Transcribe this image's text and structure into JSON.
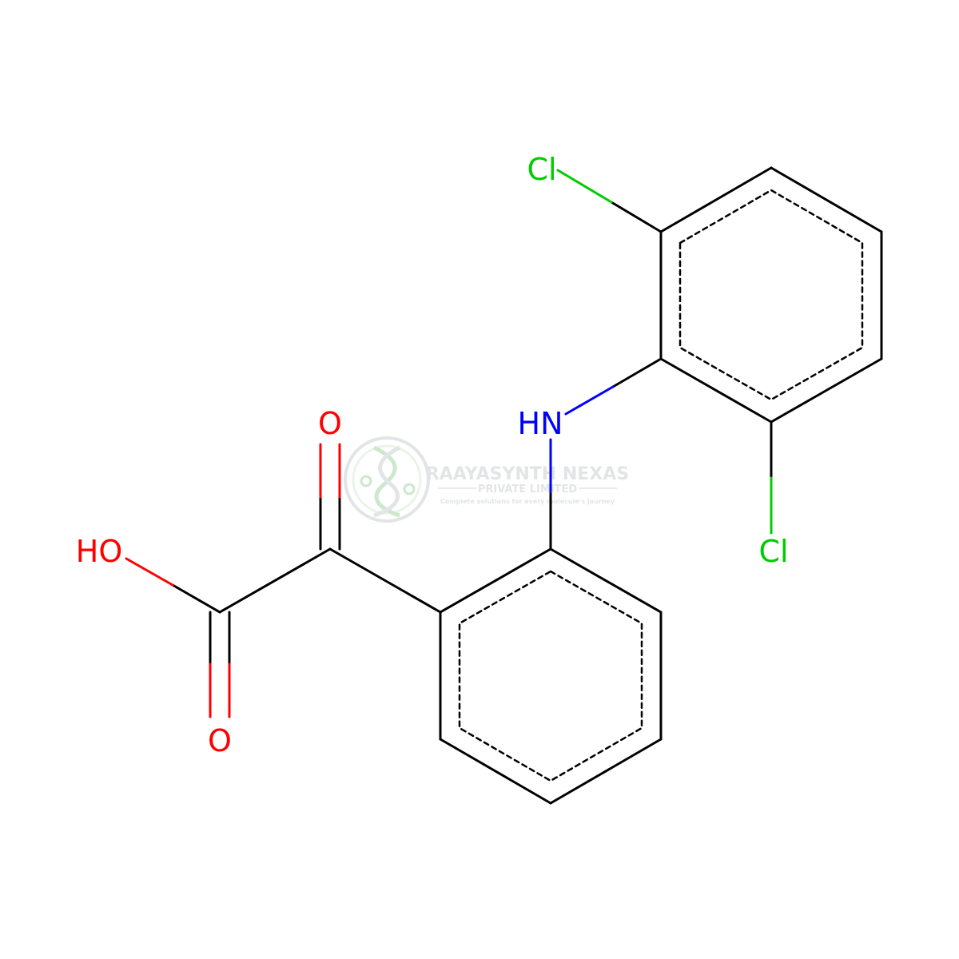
{
  "molecule": {
    "atom_labels": {
      "cl_top": "Cl",
      "cl_bottom": "Cl",
      "nh": "HN",
      "ketone_o": "O",
      "acid_oh": "HO",
      "acid_o": "O"
    },
    "colors": {
      "bond": "#000000",
      "chlorine": "#00CC00",
      "nitrogen": "#0000FF",
      "oxygen": "#FF0000"
    }
  },
  "watermark": {
    "company": "RAAYASYNTH NEXAS",
    "subtitle": "PRIVATE LIMITED",
    "tagline": "Complete solutions for every molecule's journey",
    "color": "#9aa0a6"
  }
}
